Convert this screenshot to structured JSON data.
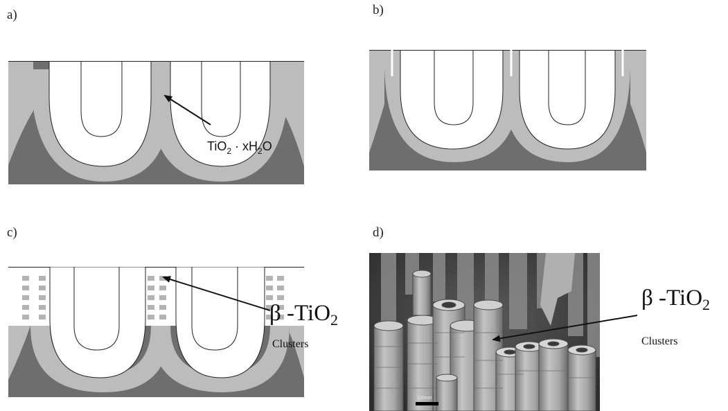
{
  "panels": {
    "a": {
      "label": "a)",
      "annotation": {
        "main": "TiO",
        "sub1": "2",
        "mid": " · xH",
        "sub2": "2",
        "tail": "O"
      }
    },
    "b": {
      "label": "b)"
    },
    "c": {
      "label": "c)",
      "annotation": {
        "prefix": "β -TiO",
        "sub": "2",
        "second": "Clusters"
      }
    },
    "d": {
      "label": "d)",
      "annotation": {
        "prefix": "β -TiO",
        "sub": "2",
        "second": "Clusters"
      },
      "scale_bar": "100nm"
    }
  },
  "colors": {
    "substrate": "#6e6e6e",
    "oxide_layer": "#bcbcbc",
    "pore": "#ffffff",
    "outline": "#222222",
    "cluster": "#b3b3b3",
    "sem_background": "#3c3c3c",
    "sem_tube": "#9b9b9b"
  }
}
